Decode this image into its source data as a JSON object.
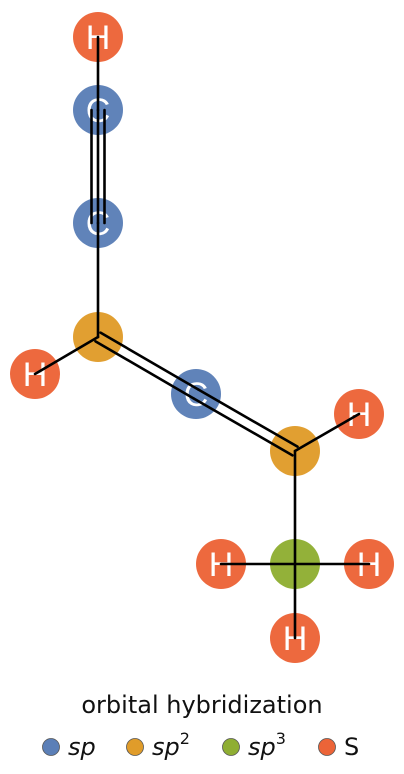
{
  "colors": {
    "sp": "#5b7fb7",
    "sp2": "#e09c2a",
    "sp3": "#8fae33",
    "s": "#ec6438",
    "bond": "#000000",
    "label": "#ffffff"
  },
  "atoms": [
    {
      "id": "h1",
      "label": "H",
      "type": "s"
    },
    {
      "id": "c1",
      "label": "C",
      "type": "sp"
    },
    {
      "id": "c2",
      "label": "C",
      "type": "sp"
    },
    {
      "id": "c3",
      "label": "",
      "type": "sp2"
    },
    {
      "id": "h2",
      "label": "H",
      "type": "s"
    },
    {
      "id": "c4",
      "label": "C",
      "type": "sp"
    },
    {
      "id": "c5",
      "label": "",
      "type": "sp2"
    },
    {
      "id": "h3",
      "label": "H",
      "type": "s"
    },
    {
      "id": "c6",
      "label": "",
      "type": "sp3"
    },
    {
      "id": "h4",
      "label": "H",
      "type": "s"
    },
    {
      "id": "h5",
      "label": "H",
      "type": "s"
    },
    {
      "id": "h6",
      "label": "H",
      "type": "s"
    }
  ],
  "bonds": [
    {
      "from": "h1",
      "to": "c1",
      "order": 1
    },
    {
      "from": "c1",
      "to": "c2",
      "order": 3
    },
    {
      "from": "c2",
      "to": "c3",
      "order": 1
    },
    {
      "from": "c3",
      "to": "h2",
      "order": 1
    },
    {
      "from": "c3",
      "to": "c4",
      "order": 2
    },
    {
      "from": "c4",
      "to": "c5",
      "order": 2
    },
    {
      "from": "c5",
      "to": "h3",
      "order": 1
    },
    {
      "from": "c5",
      "to": "c6",
      "order": 1
    },
    {
      "from": "c6",
      "to": "h4",
      "order": 1
    },
    {
      "from": "c6",
      "to": "h5",
      "order": 1
    },
    {
      "from": "c6",
      "to": "h6",
      "order": 1
    }
  ],
  "legend": {
    "title": "orbital hybridization",
    "items": [
      {
        "key": "sp",
        "base": "sp",
        "sup": ""
      },
      {
        "key": "sp2",
        "base": "sp",
        "sup": "2"
      },
      {
        "key": "sp3",
        "base": "sp",
        "sup": "3"
      },
      {
        "key": "s",
        "base": "S",
        "sup": ""
      }
    ]
  }
}
